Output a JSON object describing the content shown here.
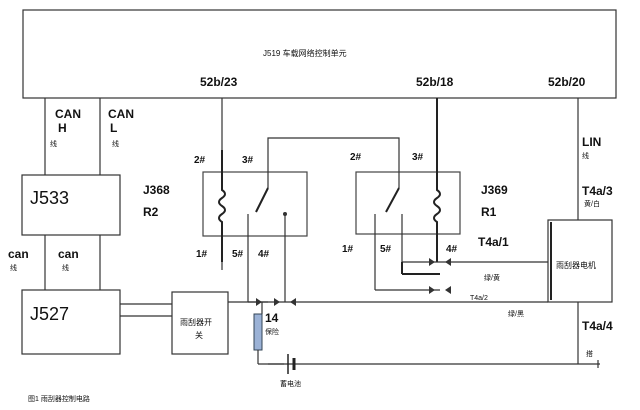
{
  "modules": {
    "j519_label": "J519 车载网络控制单元",
    "j533": "J533",
    "j527": "J527",
    "wiper_switch_line1": "雨刮器开",
    "wiper_switch_line2": "关",
    "wiper_motor": "雨刮器电机",
    "battery": "蓄电池"
  },
  "relays": {
    "j368": {
      "name": "J368",
      "sub": "R2"
    },
    "j369": {
      "name": "J369",
      "sub": "R1"
    }
  },
  "signals": {
    "can_h_line1": "CAN",
    "can_h_line2": "H",
    "can_h_line3": "线",
    "can_l_line1": "CAN",
    "can_l_line2": "L",
    "can_l_line3": "线",
    "can_left": "can",
    "can_left_sub": "线",
    "can_right": "can",
    "can_right_sub": "线",
    "lin": "LIN",
    "lin_sub": "线"
  },
  "connectors": {
    "c52b23": "52b/23",
    "c52b18": "52b/18",
    "c52b20": "52b/20",
    "t4a3": "T4a/3",
    "t4a3_color": "黄/白",
    "t4a1": "T4a/1",
    "t4a2": "T4a/2",
    "t4a4": "T4a/4"
  },
  "pins": {
    "r2_p2": "2#",
    "r2_p3": "3#",
    "r2_p1": "1#",
    "r2_p5": "5#",
    "r2_p4": "4#",
    "r1_p2": "2#",
    "r1_p3": "3#",
    "r1_p1": "1#",
    "r1_p5": "5#",
    "r1_p4": "4#"
  },
  "wire_colors": {
    "green_yellow": "绿/黄",
    "green_black": "绿/黑"
  },
  "fuse": {
    "number": "14",
    "label": "保险"
  },
  "ground": "搭",
  "caption": "图1 雨刮器控制电路"
}
